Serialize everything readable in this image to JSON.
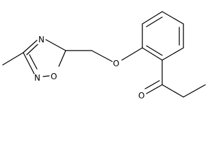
{
  "molecule": {
    "atoms": {
      "ring_n_top": "N",
      "ring_n_bottom": "N",
      "ring_o": "O",
      "ether_o": "O",
      "carbonyl_o": "O"
    },
    "colors": {
      "bond": "#000000",
      "background": "#ffffff"
    }
  }
}
